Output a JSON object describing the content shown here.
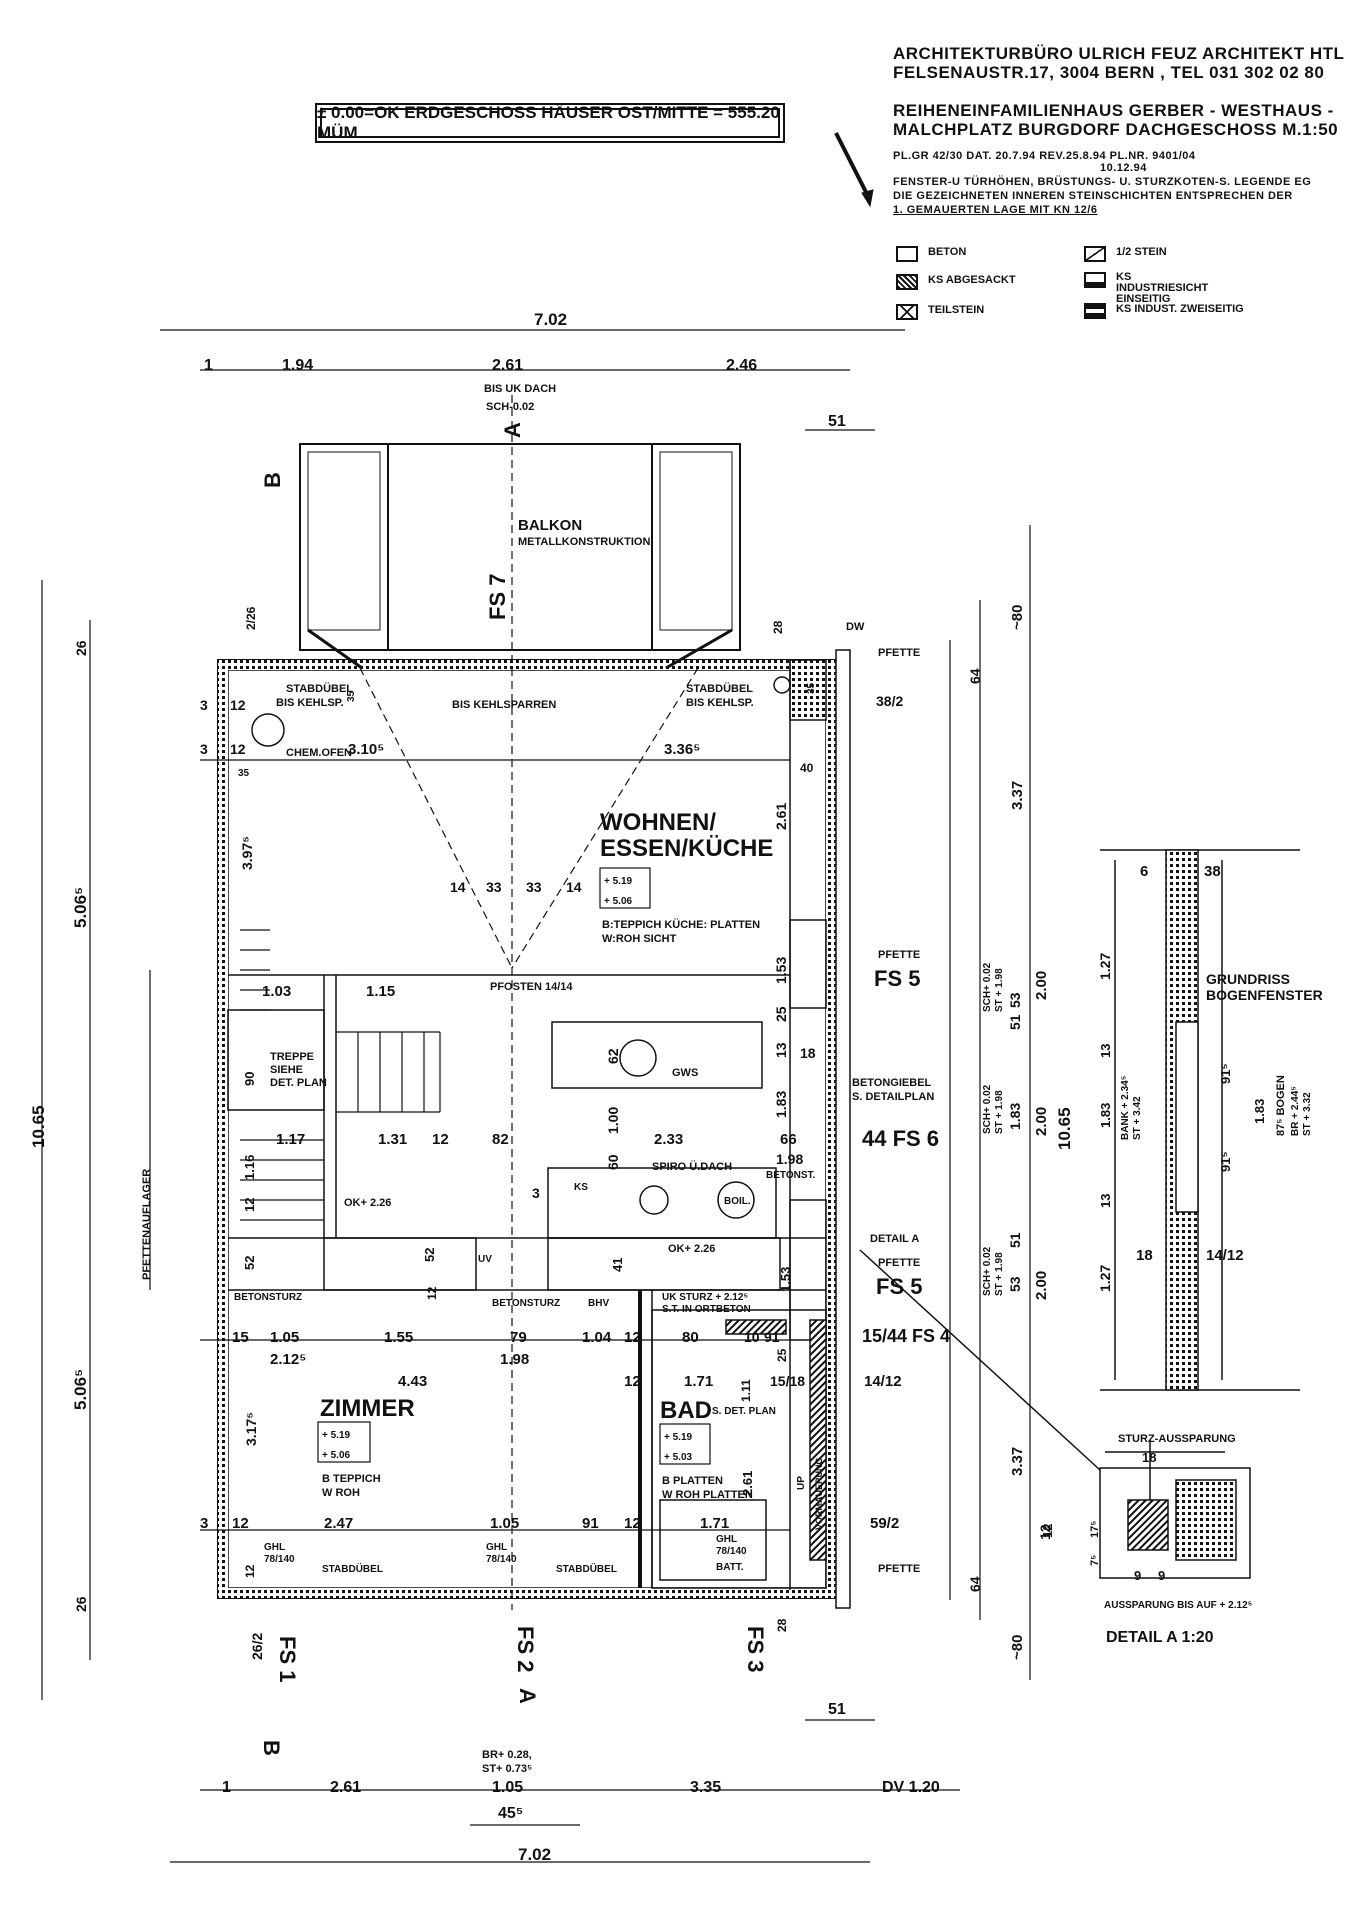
{
  "title_block": {
    "office_line1": "ARCHITEKTURBÜRO ULRICH FEUZ ARCHITEKT HTL",
    "office_line2": "FELSENAUSTR.17, 3004 BERN , TEL 031 302 02 80",
    "project_line1": "REIHENEINFAMILIENHAUS GERBER - WESTHAUS -",
    "project_line2": "MALCHPLATZ BURGDORF DACHGESCHOSS M.1:50",
    "meta_line": "PL.GR 42/30   DAT. 20.7.94   REV.25.8.94   PL.NR. 9401/04",
    "meta_rev2": "10.12.94",
    "note_line1": "FENSTER-U TÜRHÖHEN, BRÜSTUNGS- U. STURZKOTEN-S. LEGENDE EG",
    "note_line2": "DIE GEZEICHNETEN INNEREN STEINSCHICHTEN ENTSPRECHEN DER",
    "note_line3": "1. GEMAUERTEN LAGE MIT KN 12/6"
  },
  "reference_level": "± 0.00=OK ERDGESCHOSS HÄUSER OST/MITTE = 555.20 MÜM",
  "legend": {
    "beton": "BETON",
    "ks_abgesackt": "KS ABGESACKT",
    "teilstein": "TEILSTEIN",
    "half_stein": "1/2 STEIN",
    "ks_einseitig": "KS INDUSTRIESICHT EINSEITIG",
    "ks_zweiseitig": "KS INDUST. ZWEISEITIG"
  },
  "rooms": {
    "wohnen_line1": "WOHNEN/",
    "wohnen_line2": "ESSEN/KÜCHE",
    "wohnen_lvl1": "+ 5.19",
    "wohnen_lvl2": "+ 5.06",
    "wohnen_floor1": "B:TEPPICH  KÜCHE: PLATTEN",
    "wohnen_floor2": "W:ROH SICHT",
    "zimmer": "ZIMMER",
    "zimmer_lvl1": "+ 5.19",
    "zimmer_lvl2": "+ 5.06",
    "zimmer_floor1": "B TEPPICH",
    "zimmer_floor2": "W ROH",
    "bad": "BAD",
    "bad_detail": "S. DET. PLAN",
    "bad_lvl1": "+ 5.19",
    "bad_lvl2": "+ 5.03",
    "bad_floor1": "B PLATTEN",
    "bad_floor2": "W ROH PLATTEN",
    "balkon": "BALKON",
    "balkon_sub": "METALLKONSTRUKTION",
    "treppe1": "TREPPE",
    "treppe2": "SIEHE",
    "treppe3": "DET. PLAN"
  },
  "labels": {
    "stabduebel_kehl1": "STABDÜBEL",
    "stabduebel_kehl2": "BIS KEHLSP.",
    "bis_kehlsparren": "BIS KEHLSPARREN",
    "chem_ofen": "CHEM.OFEN",
    "bis_uk_dach": "BIS UK DACH",
    "sch": "SCH-0.02",
    "pfosten": "PFOSTEN 14/14",
    "pfette": "PFETTE",
    "dw": "DW",
    "gws": "GWS",
    "spiro": "SPIRO Ü.DACH",
    "boil": "BOIL.",
    "ks": "KS",
    "betonst": "BETONST.",
    "betongiebel1": "BETONGIEBEL",
    "betongiebel2": "S. DETAILPLAN",
    "ok226a": "OK+ 2.26",
    "ok226b": "OK+ 2.26",
    "uv": "UV",
    "betonsturz1": "BETONSTURZ",
    "betonsturz2": "BETONSTURZ",
    "bhv": "BHV",
    "uk_sturz1": "UK STURZ + 2.12⁵",
    "uk_sturz2": "S.T. IN ORTBETON",
    "detail_a": "DETAIL A",
    "pfettenauflager": "PFETTENAUFLAGER",
    "ghl1": "GHL",
    "ghl1_dim": "78/140",
    "ghl2": "GHL",
    "ghl2_dim": "78/140",
    "ghl3": "GHL",
    "ghl3_dim": "78/140",
    "batt": "BATT.",
    "stabduebel_b1": "STABDÜBEL",
    "stabduebel_b2": "STABDÜBEL",
    "vormauerung": "VORMAUERUNG",
    "up": "UP",
    "br_st1": "BR+ 0.28,",
    "br_st2": "ST+ 0.73⁵",
    "dv": "DV 1.20",
    "grundriss1": "GRUNDRISS",
    "grundriss2": "BOGENFENSTER",
    "bank1": "BANK + 2.34⁵",
    "bank2": "ST    + 3.42",
    "bogen1": "87⁵ BOGEN",
    "bogen2": "BR + 2.44⁵",
    "bogen3": "ST + 3.32",
    "sturz_aussparung": "STURZ-AUSSPARUNG",
    "aussparung": "AUSSPARUNG BIS AUF + 2.12⁵",
    "detail_a_title": "DETAIL A 1:20",
    "sch_st_1a": "SCH+ 0.02",
    "sch_st_1b": "ST + 1.98",
    "sch_st_2a": "SCH+ 0.02",
    "sch_st_2b": "ST + 1.98",
    "sch_st_3a": "SCH+ 0.02",
    "sch_st_3b": "ST + 1.98"
  },
  "sections": {
    "a_top": "A",
    "a_bot": "A",
    "b_top": "B",
    "b_bot": "B",
    "fs1": "FS 1",
    "fs2": "FS 2",
    "fs3": "FS 3",
    "fs4": "15/44 FS 4",
    "fs5a": "FS 5",
    "fs5b": "FS 5",
    "fs6": "44 FS 6",
    "fs7": "FS 7"
  },
  "dims": {
    "top_total": "7.02",
    "top_1": "1",
    "top_194": "1.94",
    "top_261": "2.61",
    "top_246": "2.46",
    "top_51": "51",
    "bot_1": "1",
    "bot_261": "2.61",
    "bot_105": "1.05",
    "bot_455": "45⁵",
    "bot_335": "3.35",
    "bot_total": "7.02",
    "bot_51": "51",
    "left_1065": "10.65",
    "left_5065a": "5.06⁵",
    "left_5065b": "5.06⁵",
    "left_26a": "26",
    "left_26b": "26",
    "right_1065": "10.65",
    "right_337a": "3.37",
    "right_337b": "3.37",
    "right_200a": "2.00",
    "right_200b": "2.00",
    "right_200c": "2.00",
    "right_80a": "~80",
    "right_80b": "~80",
    "right_64a": "64",
    "right_64b": "64",
    "right_51a": "51",
    "right_51b": "51",
    "right_53a": "53",
    "right_53b": "53",
    "right_183": "1.83",
    "d_226": "2/26",
    "d_35a": "35",
    "d_35b": "35",
    "d_3a": "3",
    "d_3b": "3",
    "d_12a": "12",
    "d_12b": "12",
    "d_3105": "3.10⁵",
    "d_3365": "3.36⁵",
    "d_35c": "35",
    "d_3975": "3.97⁵",
    "d_28a": "28",
    "d_382": "38/2",
    "d_40": "40",
    "d_261v": "2.61",
    "d_14a": "14",
    "d_33a": "33",
    "d_33b": "33",
    "d_14b": "14",
    "d_153": "1.53",
    "d_25a": "25",
    "d_13a": "13",
    "d_18a": "18",
    "d_103": "1.03",
    "d_115": "1.15",
    "d_62": "62",
    "d_90": "90",
    "d_100": "1.00",
    "d_183v": "1.83",
    "d_117": "1.17",
    "d_131": "1.31",
    "d_12c": "12",
    "d_82": "82",
    "d_233": "2.33",
    "d_66": "66",
    "d_198a": "1.98",
    "d_116": "1.16",
    "d_12d": "12",
    "d_60": "60",
    "d_3c": "3",
    "d_52a": "52",
    "d_52b": "52",
    "d_12e": "12",
    "d_41": "41",
    "d_153b": "1.53",
    "d_15": "15",
    "d_105": "1.05",
    "d_2125": "2.12⁵",
    "d_155": "1.55",
    "d_79": "79",
    "d_198b": "1.98",
    "d_104": "1.04",
    "d_12f": "12",
    "d_80": "80",
    "d_10": "10",
    "d_91": "91",
    "d_443": "4.43",
    "d_12g": "12",
    "d_171a": "1.71",
    "d_1518": "15/18",
    "d_1412a": "14/12",
    "d_3175": "3.17⁵",
    "d_111": "1.11",
    "d_3d": "3",
    "d_247": "2.47",
    "d_105b": "1.05",
    "d_91b": "91",
    "d_12h": "12",
    "d_171b": "1.71",
    "d_592": "59/2",
    "d_261c": "2.61",
    "d_25b": "25",
    "d_12i": "12",
    "d_12j": "12",
    "d_262": "26/2",
    "d_28b": "28",
    "d_12k": "12",
    "d_6": "6",
    "d_38": "38",
    "d_127a": "1.27",
    "d_127b": "1.27",
    "d_13b": "13",
    "d_13c": "13",
    "d_183w": "1.83",
    "d_915a": "91⁵",
    "d_915b": "91⁵",
    "d_183x": "1.83",
    "d_18b": "18",
    "d_1412b": "14/12",
    "d_18c": "18",
    "d_175": "17⁵",
    "d_75": "7⁵",
    "d_9a": "9",
    "d_9b": "9",
    "d_12l": "12"
  }
}
